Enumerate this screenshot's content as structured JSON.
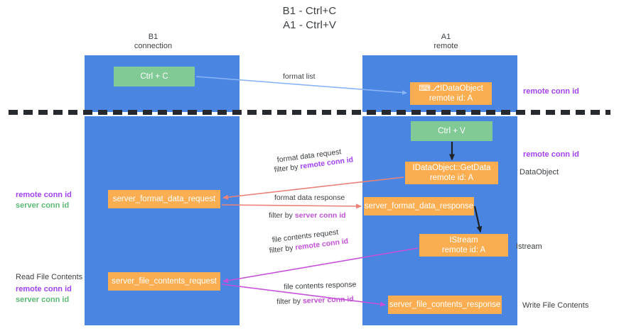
{
  "title": {
    "line1": "B1 - Ctrl+C",
    "line2": "A1 - Ctrl+V"
  },
  "columns": [
    {
      "id": "b1",
      "name": "B1",
      "role": "connection"
    },
    {
      "id": "a1",
      "name": "A1",
      "role": "remote"
    }
  ],
  "boxes": {
    "ctrl_c": {
      "label": "Ctrl + C",
      "sub": "",
      "color": "#81c995"
    },
    "idataobject": {
      "label": "⌨⎇IDataObject",
      "sub": "remote id: A",
      "color": "#fbae51"
    },
    "ctrl_v": {
      "label": "Ctrl + V",
      "sub": "",
      "color": "#81c995"
    },
    "getdata": {
      "label": "IDataObject::GetData",
      "sub": "remote id: A",
      "color": "#fbae51"
    },
    "format_data_request": {
      "label": "server_format_data_request",
      "sub": "",
      "color": "#fbae51"
    },
    "format_data_response": {
      "label": "server_format_data_response",
      "sub": "",
      "color": "#fbae51"
    },
    "istream": {
      "label": "IStream",
      "sub": "remote id: A",
      "color": "#fbae51"
    },
    "file_contents_request": {
      "label": "server_file_contents_request",
      "sub": "",
      "color": "#fbae51"
    },
    "file_contents_response": {
      "label": "server_file_contents_response",
      "sub": "",
      "color": "#fbae51"
    }
  },
  "arrow_labels": {
    "format_list": "format list",
    "format_data_request": "format data request",
    "format_data_request_filter_prefix": "filter by ",
    "format_data_request_filter_key": "remote conn id",
    "format_data_response": "format data response",
    "format_data_response_filter_prefix": "filter by ",
    "format_data_response_filter_key": "server conn id",
    "file_contents_request": "file contents request",
    "file_contents_request_filter_prefix": "filter by ",
    "file_contents_request_filter_key": "remote conn id",
    "file_contents_response": "file contents response",
    "file_contents_response_filter_prefix": "filter by ",
    "file_contents_response_filter_key": "server conn id"
  },
  "annotations": {
    "remote_conn_id_top": "remote conn id",
    "remote_conn_id_mid": "remote conn id",
    "dataobject": "DataObject",
    "istream": "Istream",
    "write_file_contents": "Write File Contents",
    "read_file_contents": "Read File Contents",
    "left_remote_conn_id_1": "remote conn id",
    "left_server_conn_id_1": "server conn id",
    "left_remote_conn_id_2": "remote conn id",
    "left_server_conn_id_2": "server conn id"
  },
  "colors": {
    "lane": "#4a86e1",
    "green_box": "#81c995",
    "orange_box": "#fbae51",
    "purple": "#a142f4",
    "green_text": "#5bb974",
    "magenta": "#c452d8",
    "arrow_blue": "#8ab4f8",
    "arrow_red": "#ea8279",
    "arrow_magenta": "#c452d8",
    "arrow_dark": "#202124",
    "dash": "#26292e",
    "text": "#3c4043"
  }
}
